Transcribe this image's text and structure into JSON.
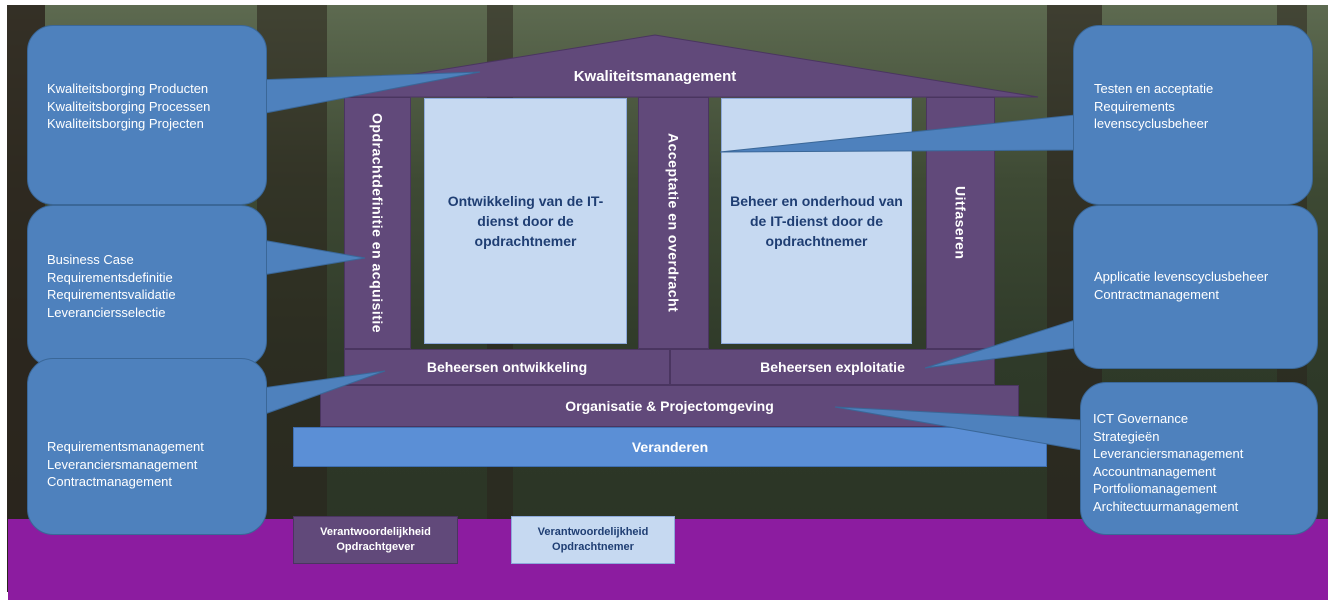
{
  "diagram": {
    "roof": "Kwaliteitsmanagement",
    "pillars": {
      "opdrachtdefinitie": "Opdrachtdefinitie en acquisitie",
      "ontwikkeling": "Ontwikkeling van de IT-dienst door de opdrachtnemer",
      "acceptatie": "Acceptatie en overdracht",
      "beheer": "Beheer en onderhoud van de IT-dienst door de opdrachtnemer",
      "uitfaseren": "Uitfaseren"
    },
    "beheersen_ontwikkeling": "Beheersen ontwikkeling",
    "beheersen_exploitatie": "Beheersen exploitatie",
    "organisatie": "Organisatie & Projectomgeving",
    "veranderen": "Veranderen"
  },
  "callouts": {
    "kwaliteit": [
      "Kwaliteitsborging Producten",
      "Kwaliteitsborging Processen",
      "Kwaliteitsborging Projecten"
    ],
    "business": [
      "Business Case",
      "Requirementsdefinitie",
      "Requirementsvalidatie",
      "Leveranciersselectie"
    ],
    "requirements": [
      "Requirementsmanagement",
      "Leveranciersmanagement",
      "Contractmanagement"
    ],
    "testen": [
      "Testen en acceptatie",
      "Requirements",
      "levenscyclusbeheer"
    ],
    "applicatie": [
      "Applicatie levenscyclusbeheer",
      "Contractmanagement"
    ],
    "ict": [
      "ICT Governance",
      "Strategieën",
      "Leveranciersmanagement",
      "Accountmanagement",
      "Portfoliomanagement",
      "Architectuurmanagement"
    ]
  },
  "legend": {
    "opdrachtgever": {
      "line1": "Verantwoordelijkheid",
      "line2": "Opdrachtgever"
    },
    "opdrachtnemer": {
      "line1": "Verantwoordelijkheid",
      "line2": "Opdrachtnemer"
    }
  },
  "colors": {
    "purple": "#61497a",
    "light_blue": "#c6d9f1",
    "callout_blue": "#4e81bd",
    "band_blue": "#5b8fd6",
    "bottom_band": "#8c1ca0"
  }
}
